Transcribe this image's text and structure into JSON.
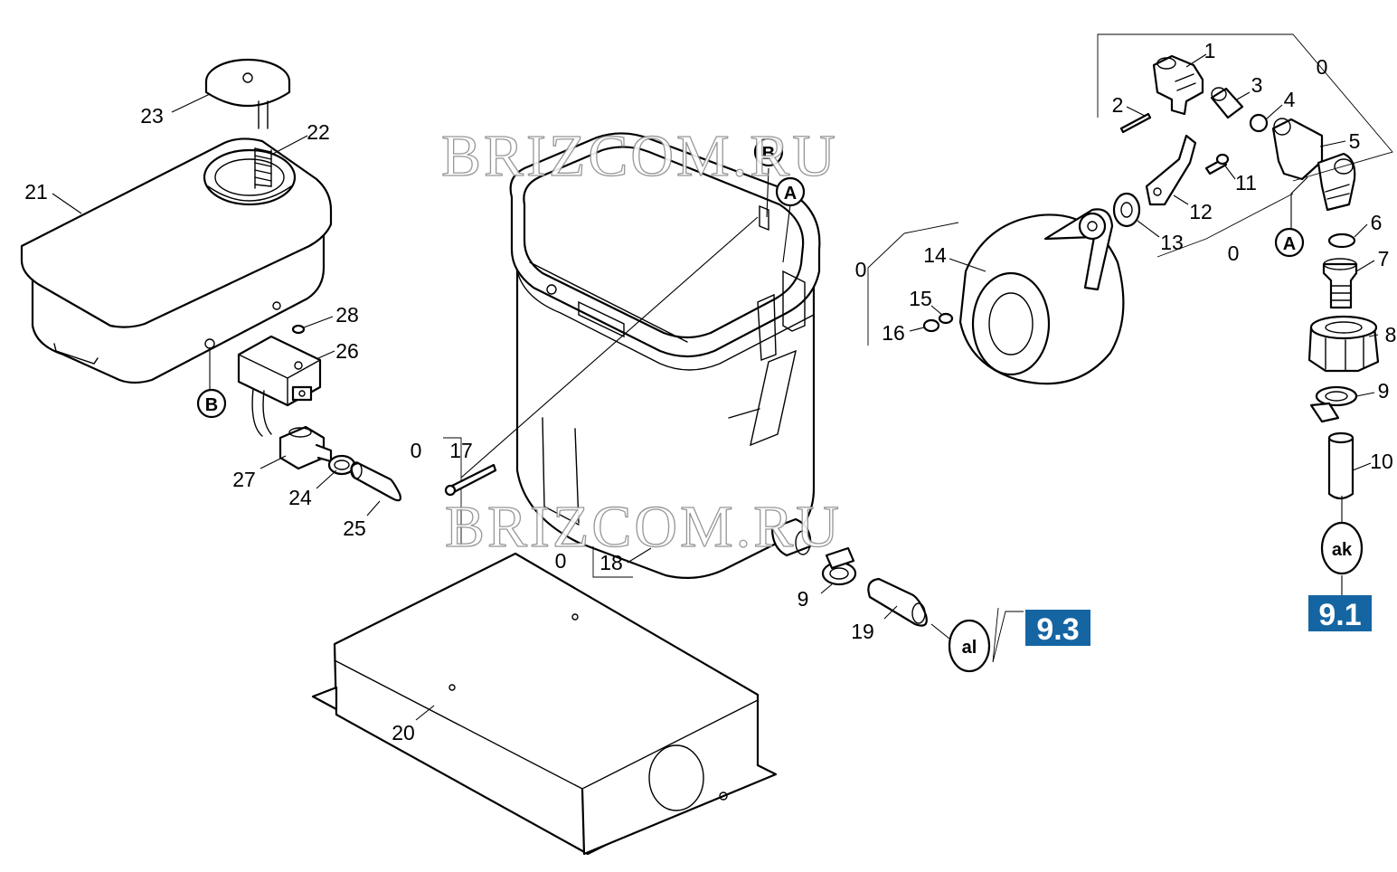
{
  "watermark": "BRIZCOM.RU",
  "labels": {
    "p0": "0",
    "p1": "1",
    "p2": "2",
    "p3": "3",
    "p4": "4",
    "p5": "5",
    "p6": "6",
    "p7": "7",
    "p8": "8",
    "p9": "9",
    "p10": "10",
    "p11": "11",
    "p12": "12",
    "p13": "13",
    "p14": "14",
    "p15": "15",
    "p16": "16",
    "p17": "17",
    "p18": "18",
    "p19": "19",
    "p20": "20",
    "p21": "21",
    "p22": "22",
    "p23": "23",
    "p24": "24",
    "p25": "25",
    "p26": "26",
    "p27": "27",
    "p28": "28"
  },
  "connectors": {
    "a": "A",
    "b": "B",
    "ak": "ak",
    "al": "al"
  },
  "refs": {
    "ref_9_1": "9.1",
    "ref_9_3": "9.3"
  },
  "colors": {
    "ref_badge": "#1565a3",
    "line": "#000000",
    "watermark_outline": "#8c8c8c"
  }
}
